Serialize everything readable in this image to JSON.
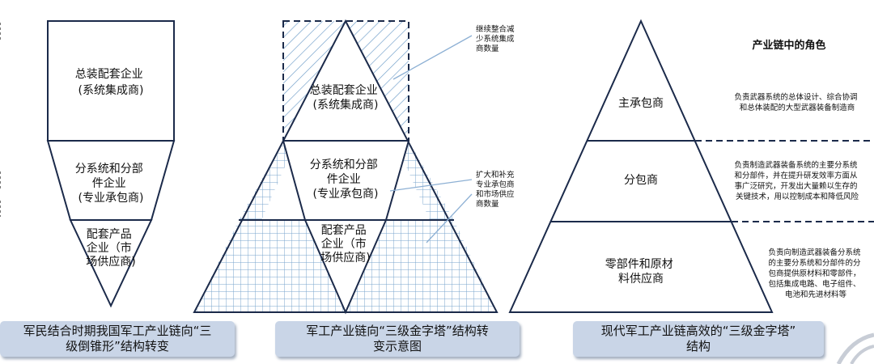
{
  "left_diagram": {
    "tier_top": [
      "总装配套企业",
      "(系统集成商)"
    ],
    "tier_middle": [
      "分系统和分部",
      "件企业",
      "(专业承包商)"
    ],
    "tier_bottom": [
      "配套产品",
      "企业（市",
      "场供应商)"
    ],
    "caption": [
      "军民结合时期我国军工产业链向“三",
      "级倒锥形”结构转变"
    ]
  },
  "middle_diagram": {
    "tier_top": [
      "总装配套企业",
      "(系统集成商)"
    ],
    "tier_middle": [
      "分系统和分部",
      "件企业",
      "(专业承包商)"
    ],
    "tier_bottom": [
      "配套产品",
      "企业（市",
      "场供应商)"
    ],
    "note_reduce": [
      "继续整合减",
      "少系统集成",
      "商数量"
    ],
    "note_expand": [
      "扩大和补充",
      "专业承包商",
      "和市场供应",
      "商数量"
    ],
    "caption": [
      "军工产业链向“三级金字塔”结构转",
      "变示意图"
    ]
  },
  "right_diagram": {
    "heading": "产业链中的角色",
    "tier_top": [
      "主承包商"
    ],
    "tier_middle": [
      "分包商"
    ],
    "tier_bottom": [
      "零部件和原材",
      "料供应商"
    ],
    "role_top": [
      "负责武器系统的总体设计、综合协调",
      "和总体装配的大型武器装备制造商"
    ],
    "role_middle": [
      "负责制造武器装备系统的主要分系统",
      "和分部件，并在提升研发效率方面从",
      "事广泛研究，开发出大量赖以生存的",
      "关键技术，用以控制成本和降低风险"
    ],
    "role_bottom": [
      "负责向制造武器装备分系统",
      "的主要分系统和分部件的分",
      "包商提供原材料和零部件，",
      "包括集成电路、电子组件、",
      "电池和先进材料等"
    ],
    "caption": [
      "现代军工产业链高效的“三级金字塔”",
      "结构"
    ]
  }
}
